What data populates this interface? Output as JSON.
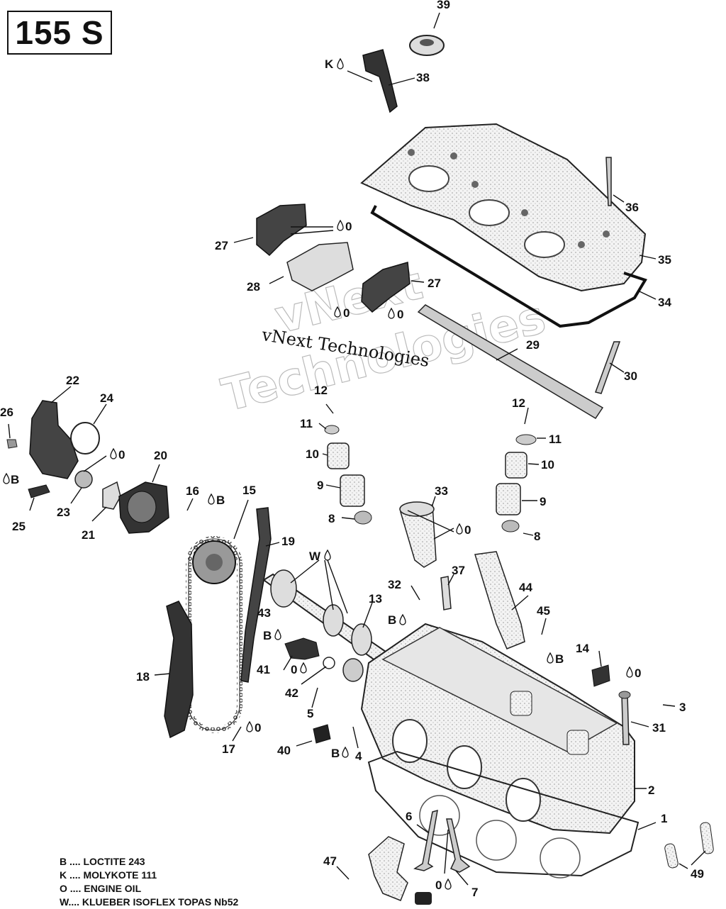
{
  "model_badge": "155 S",
  "watermark": {
    "line1": "vNext Technologies",
    "outline1": "vNext",
    "outline2": "Technologies"
  },
  "legend": [
    "B .... LOCTITE 243",
    "K .... MOLYKOTE 111",
    "O .... ENGINE OIL",
    "W.... KLUEBER ISOFLEX TOPAS Nb52"
  ],
  "callouts": {
    "n1": "1",
    "n2": "2",
    "n3": "3",
    "n4": "4",
    "n5": "5",
    "n6": "6",
    "n7": "7",
    "n8a": "8",
    "n8b": "8",
    "n9a": "9",
    "n9b": "9",
    "n10a": "10",
    "n10b": "10",
    "n11a": "11",
    "n11b": "11",
    "n12a": "12",
    "n12b": "12",
    "n13": "13",
    "n14": "14",
    "n15": "15",
    "n16": "16",
    "n17": "17",
    "n18": "18",
    "n19": "19",
    "n20": "20",
    "n21": "21",
    "n22": "22",
    "n23": "23",
    "n24": "24",
    "n25": "25",
    "n26": "26",
    "n27a": "27",
    "n27b": "27",
    "n28": "28",
    "n29": "29",
    "n30": "30",
    "n31": "31",
    "n32": "32",
    "n33": "33",
    "n34": "34",
    "n35": "35",
    "n36": "36",
    "n37": "37",
    "n38": "38",
    "n39": "39",
    "n40": "40",
    "n41": "41",
    "n42": "42",
    "n43": "43",
    "n44": "44",
    "n45": "45",
    "n47": "47",
    "n49": "49"
  },
  "symbols": {
    "K": "K",
    "B": "B",
    "O": "0",
    "W": "W"
  }
}
